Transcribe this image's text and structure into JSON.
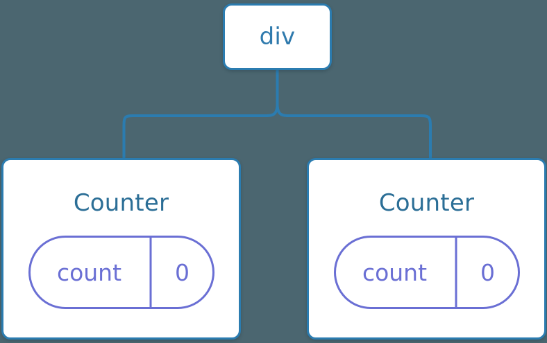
{
  "diagram": {
    "type": "component-tree",
    "background_color": "#4b6670",
    "node_border_color": "#2b7cb0",
    "link_color": "#2b7cb0",
    "title_color": "#2b6e96",
    "pill_color": "#6a6fd4",
    "root": {
      "label": "div"
    },
    "children": [
      {
        "title": "Counter",
        "state": {
          "key": "count",
          "value": "0"
        }
      },
      {
        "title": "Counter",
        "state": {
          "key": "count",
          "value": "0"
        }
      }
    ]
  }
}
